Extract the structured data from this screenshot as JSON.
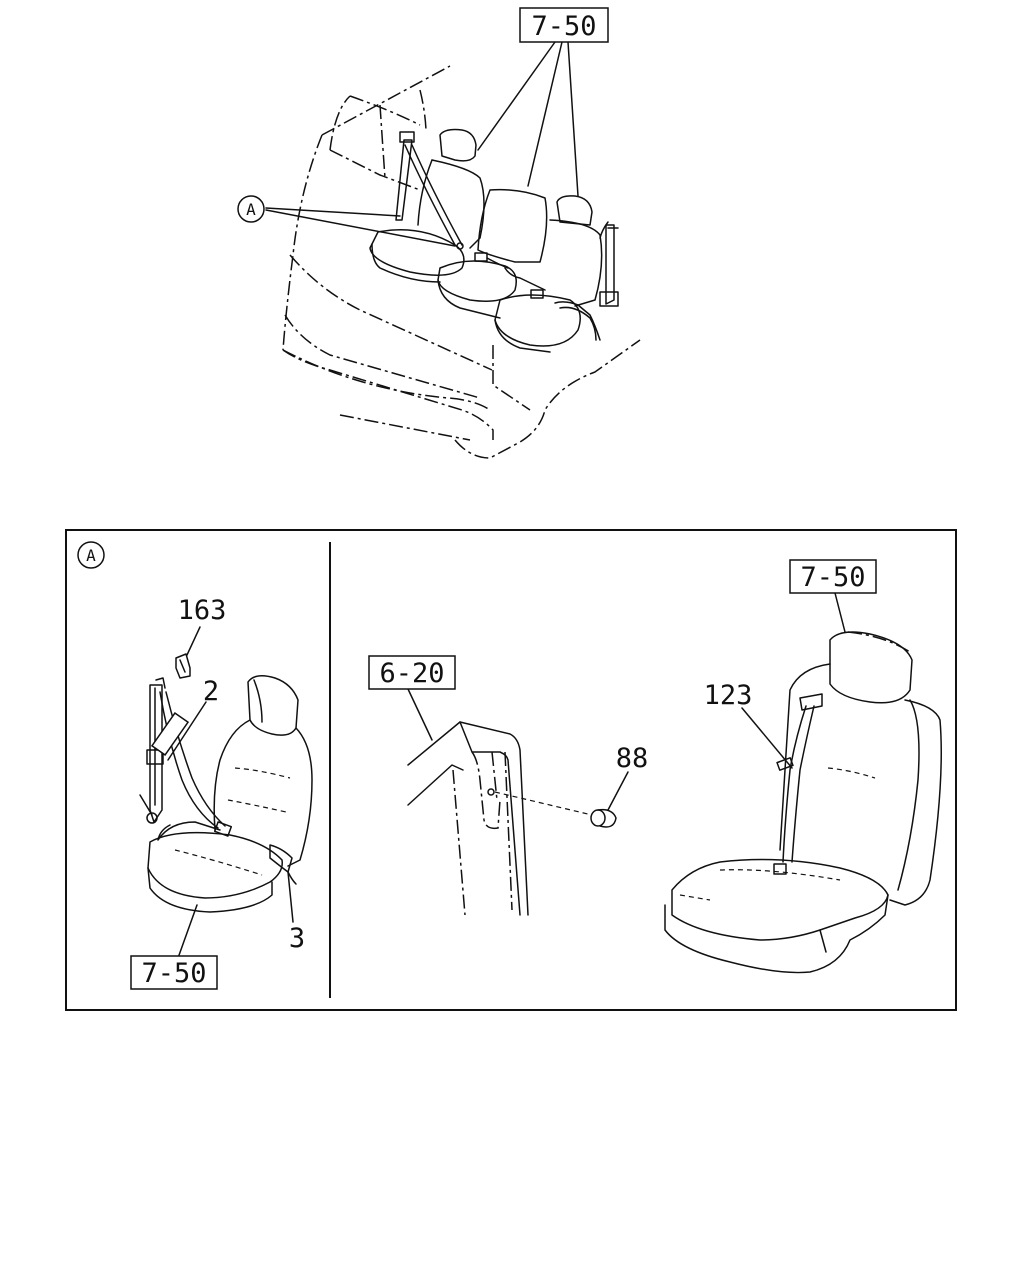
{
  "callouts": {
    "top_ref": "7-50",
    "top_detail_marker": "A",
    "detail_marker": "A",
    "part_163": "163",
    "part_2": "2",
    "part_3": "3",
    "left_ref": "7-50",
    "mid_ref": "6-20",
    "part_88": "88",
    "part_123": "123",
    "right_ref": "7-50"
  }
}
